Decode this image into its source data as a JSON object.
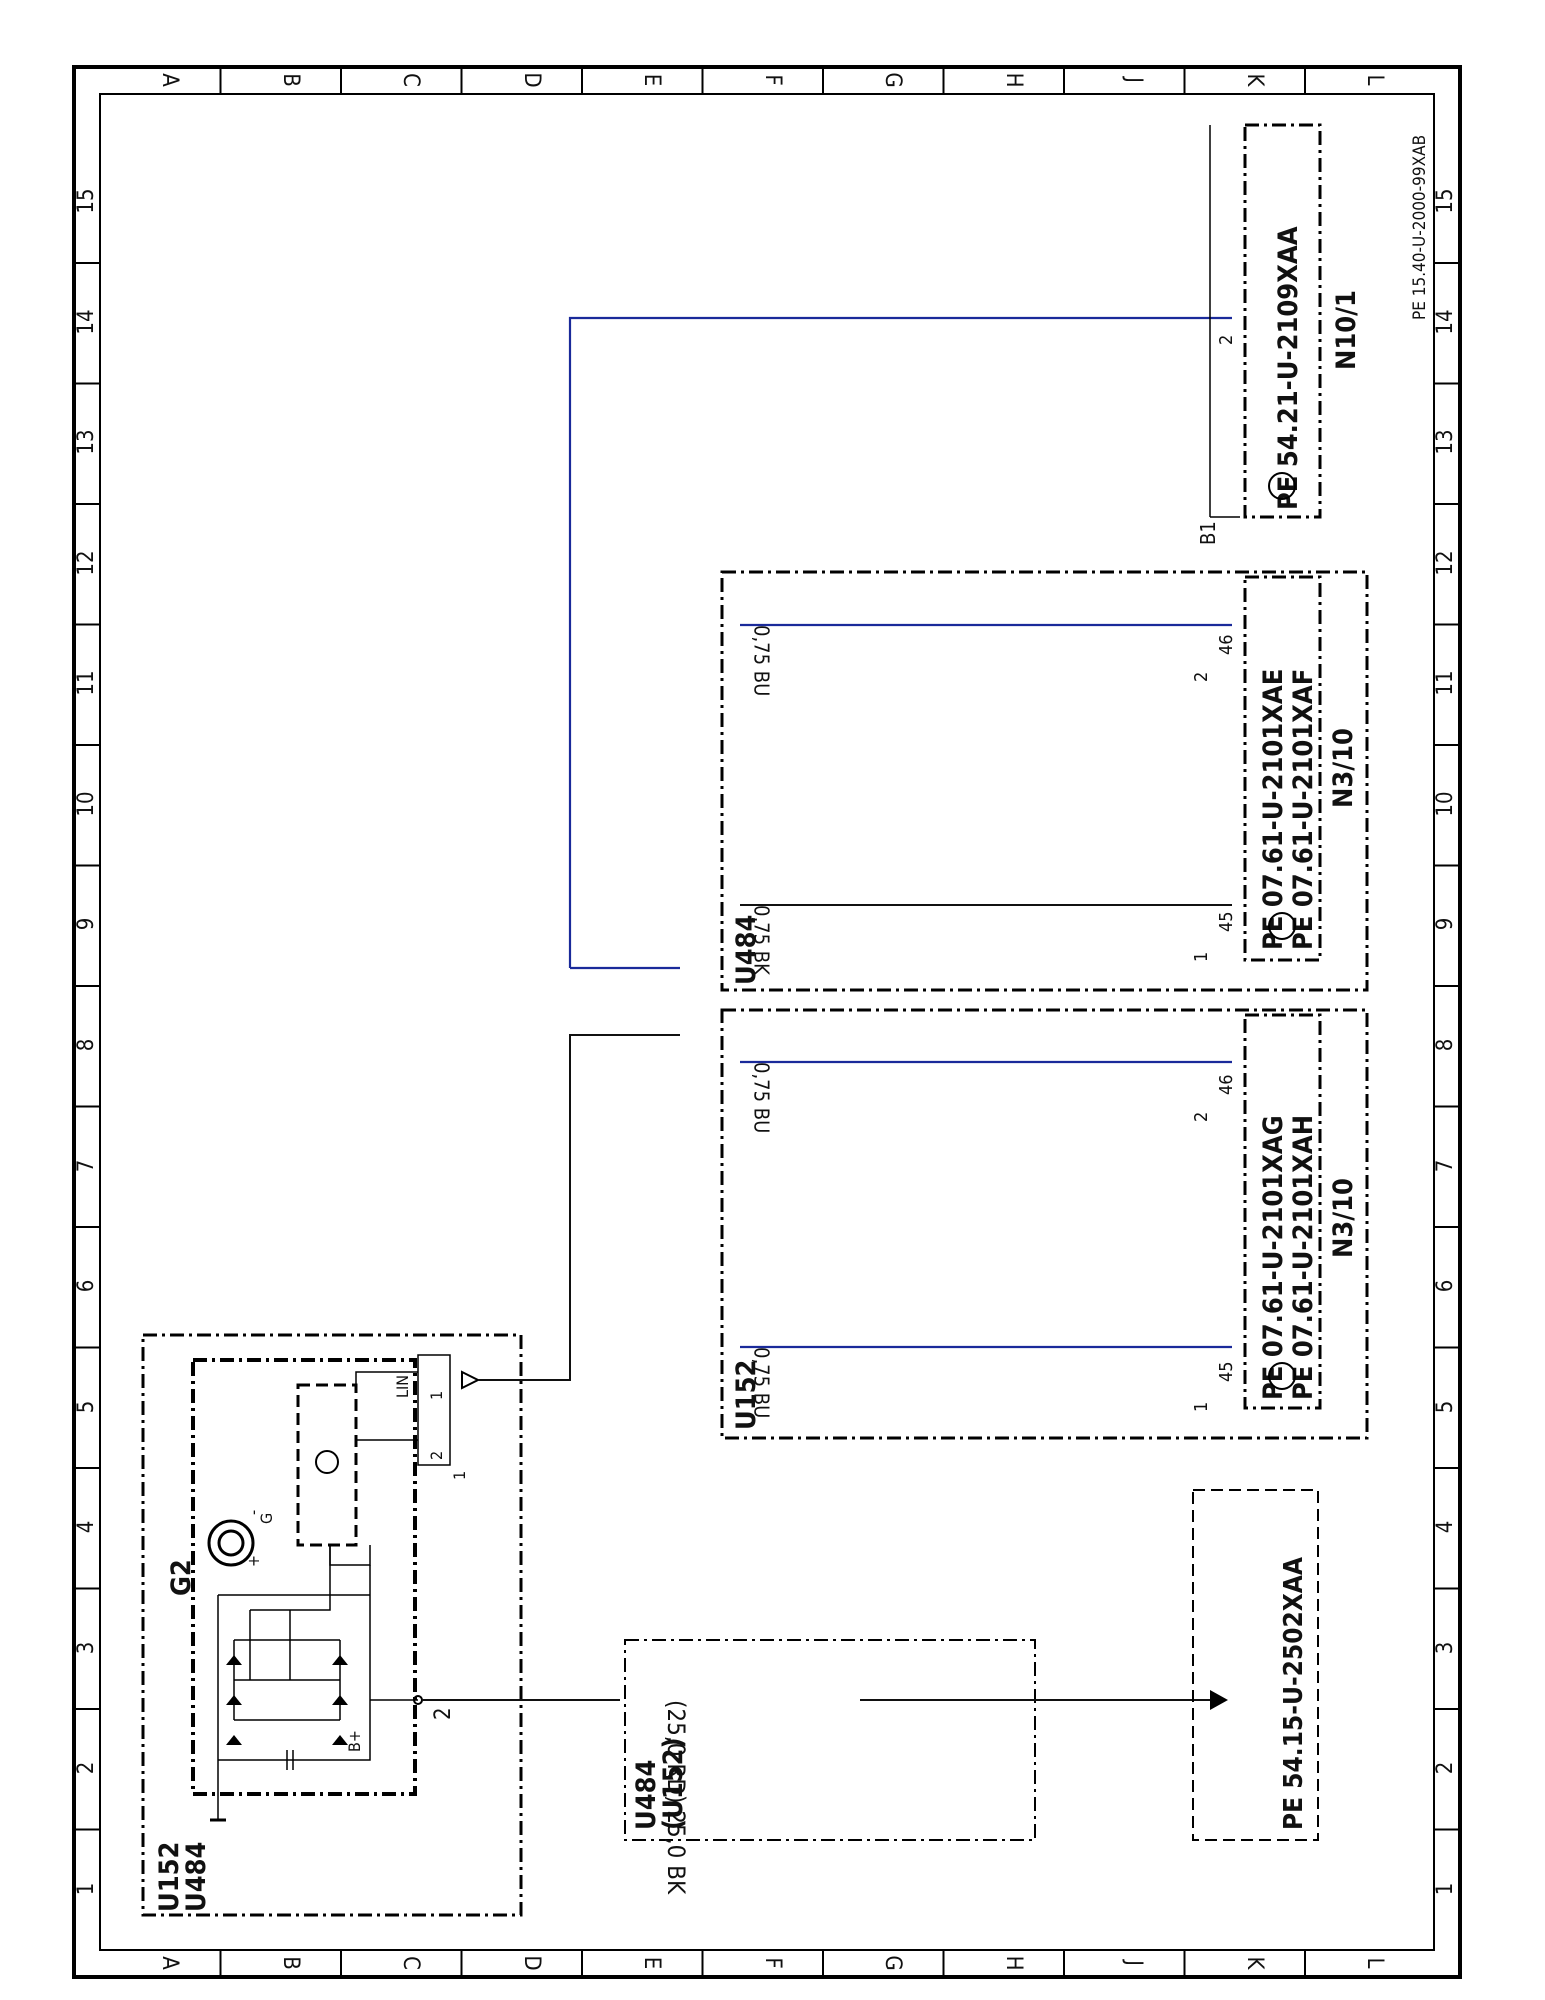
{
  "frame": {
    "row_letters": [
      "A",
      "B",
      "C",
      "D",
      "E",
      "F",
      "G",
      "H",
      "J",
      "K",
      "L"
    ],
    "col_numbers": [
      "1",
      "2",
      "3",
      "4",
      "5",
      "6",
      "7",
      "8",
      "9",
      "10",
      "11",
      "12",
      "13",
      "14",
      "15"
    ],
    "doc_id": "PE 15.40-U-2000-99XAB"
  },
  "alternator": {
    "module_labels": [
      "U152",
      "U484"
    ],
    "component": "G2",
    "pin_lin": "LIN",
    "pin_1": "1",
    "pin_2": "2",
    "connector_ref": "1",
    "terminal_g": "G",
    "terminal_bplus": "B+",
    "terminal_plus": "+",
    "terminal_minus": "-",
    "output_pin": "2"
  },
  "battery_cable": {
    "module_labels": [
      "U484",
      "(U152)"
    ],
    "wire_label": "(25,0 RD) 25,0 BK",
    "target_ref": "PE 54.15-U-2502XAA"
  },
  "u152_block": {
    "module_label": "U152",
    "component": "N3/10",
    "refs": [
      "PE  07.61-U-2101XAG",
      "PE  07.61-U-2101XAH"
    ],
    "pins": [
      "45",
      "46"
    ],
    "connector_nums": [
      "1",
      "2"
    ],
    "wires": [
      "0,75 BU",
      "0,75 BU"
    ]
  },
  "u484_block": {
    "module_label": "U484",
    "component": "N3/10",
    "refs": [
      "PE  07.61-U-2101XAE",
      "PE  07.61-U-2101XAF"
    ],
    "pins": [
      "45",
      "46"
    ],
    "connector_nums": [
      "1",
      "2"
    ],
    "wires": [
      "0,75 BK",
      "0,75 BU"
    ]
  },
  "n10_block": {
    "component": "N10/1",
    "ref": "PE  54.21-U-2109XAA",
    "pin": "2",
    "connector": "B1"
  },
  "colors": {
    "bu_wire": "#1a2a9a",
    "bk_wire": "#111111"
  }
}
